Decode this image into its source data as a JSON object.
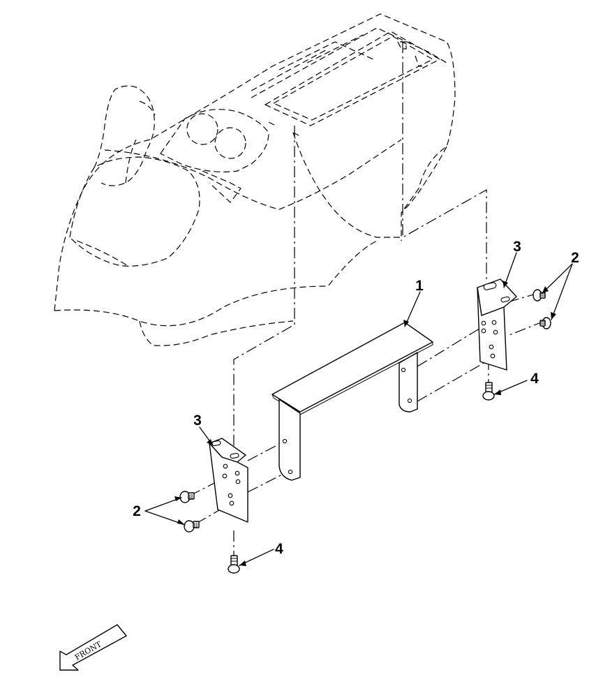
{
  "callouts": {
    "part_1": "1",
    "part_2_right": "2",
    "part_2_left": "2",
    "part_3_right": "3",
    "part_3_left": "3",
    "part_4_right": "4",
    "part_4_left": "4"
  },
  "front_arrow": {
    "label": "FRONT"
  }
}
